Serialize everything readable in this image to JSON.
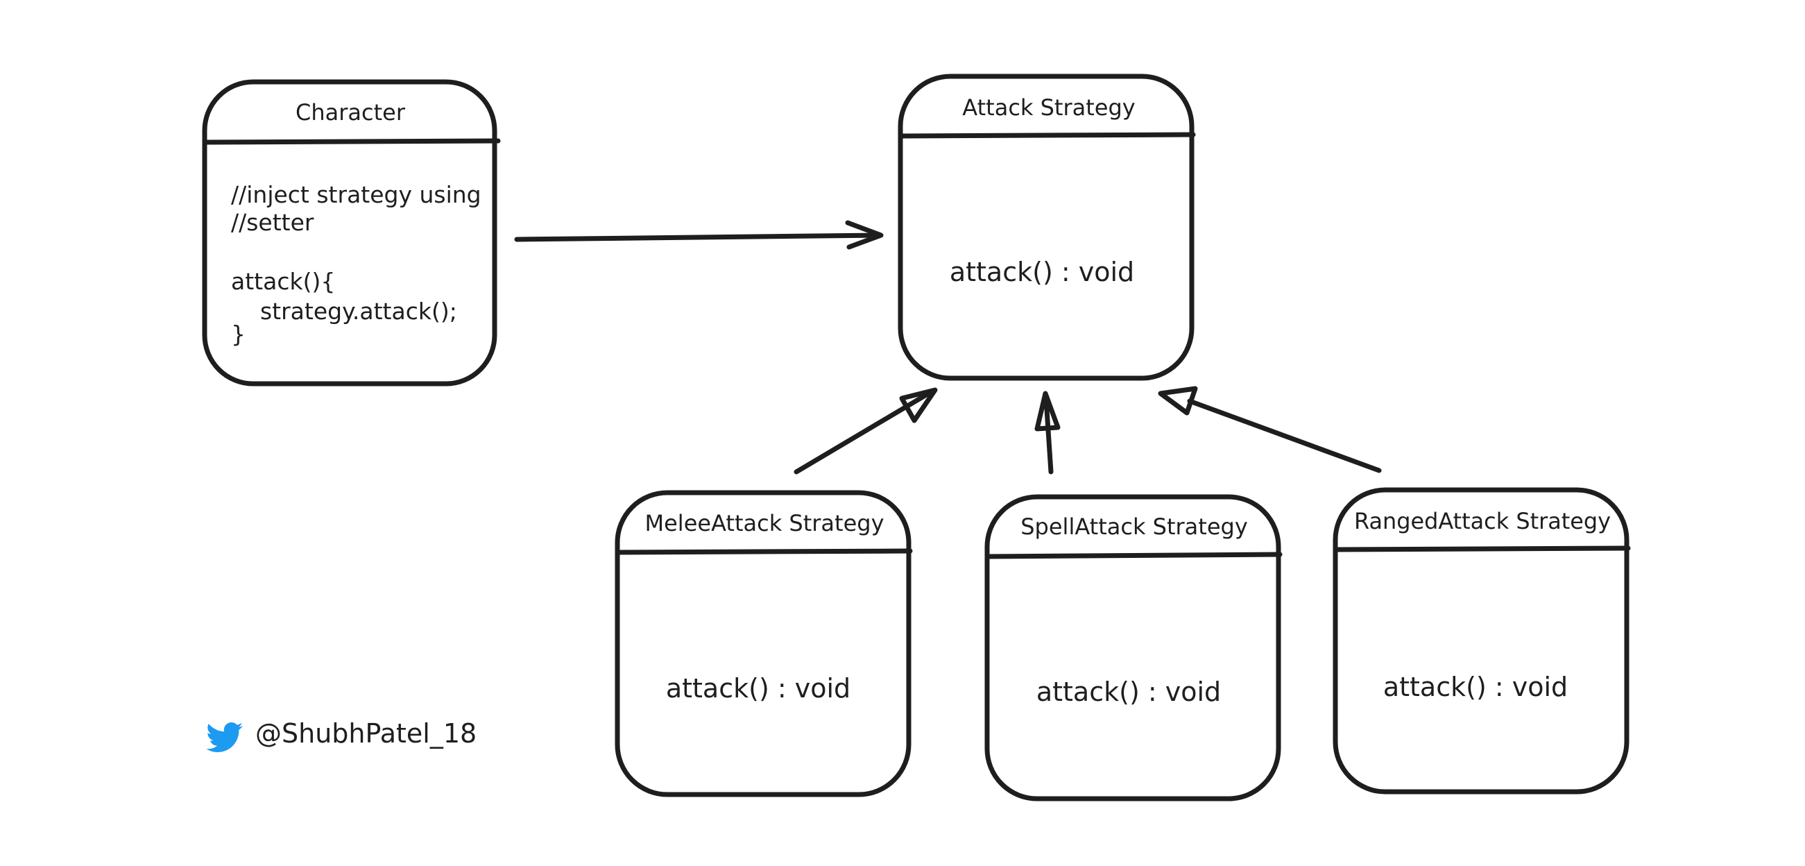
{
  "colors": {
    "stroke": "#1e1e1e",
    "background": "#ffffff",
    "twitter_blue": "#1d9bf0"
  },
  "character": {
    "title": "Character",
    "code_lines": [
      "//inject strategy using",
      "//setter",
      "",
      "attack(){",
      "    strategy.attack();",
      "}"
    ]
  },
  "attack_strategy": {
    "title": "Attack Strategy",
    "method": "attack() : void"
  },
  "melee": {
    "title": "MeleeAttack Strategy",
    "method": "attack() : void"
  },
  "spell": {
    "title": "SpellAttack Strategy",
    "method": "attack() : void"
  },
  "ranged": {
    "title": "RangedAttack Strategy",
    "method": "attack() : void"
  },
  "footer": {
    "icon": "twitter-bird-icon",
    "handle": "@ShubhPatel_18"
  }
}
